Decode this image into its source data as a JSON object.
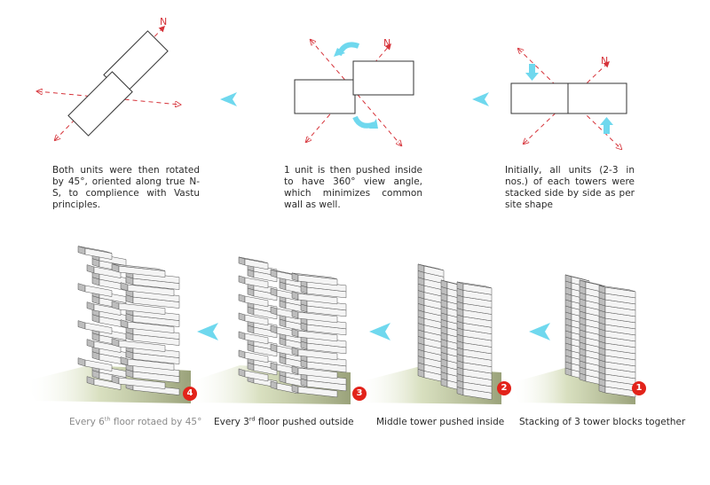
{
  "north_label": "N",
  "colors": {
    "accent_cyan": "#6fd8ee",
    "north_red": "#d6333a",
    "badge_red": "#e2231a"
  },
  "icons": [
    "flow-chevron-icon",
    "north-arrow-icon",
    "rotate-arrow-icon",
    "push-arrow-icon"
  ],
  "top_row": {
    "step_rotate": {
      "caption": "Both units were then rotated by 45°, oriented along true N-S, to complience with Vastu principles."
    },
    "step_push": {
      "caption": "1 unit is then pushed inside to have 360° view angle, which minimizes common wall as well."
    },
    "step_stack": {
      "caption": "Initially, all units (2-3 in nos.) of each towers were stacked side by side as per site shape"
    }
  },
  "bottom_row": [
    {
      "badge": "4",
      "caption_a": "Every 6",
      "caption_sup": "th",
      "caption_b": " floor  rotaed by 45°"
    },
    {
      "badge": "3",
      "caption_a": "Every 3",
      "caption_sup": "rd",
      "caption_b": " floor pushed outside"
    },
    {
      "badge": "2",
      "caption": "Middle tower  pushed inside"
    },
    {
      "badge": "1",
      "caption": "Stacking of 3 tower blocks together"
    }
  ]
}
